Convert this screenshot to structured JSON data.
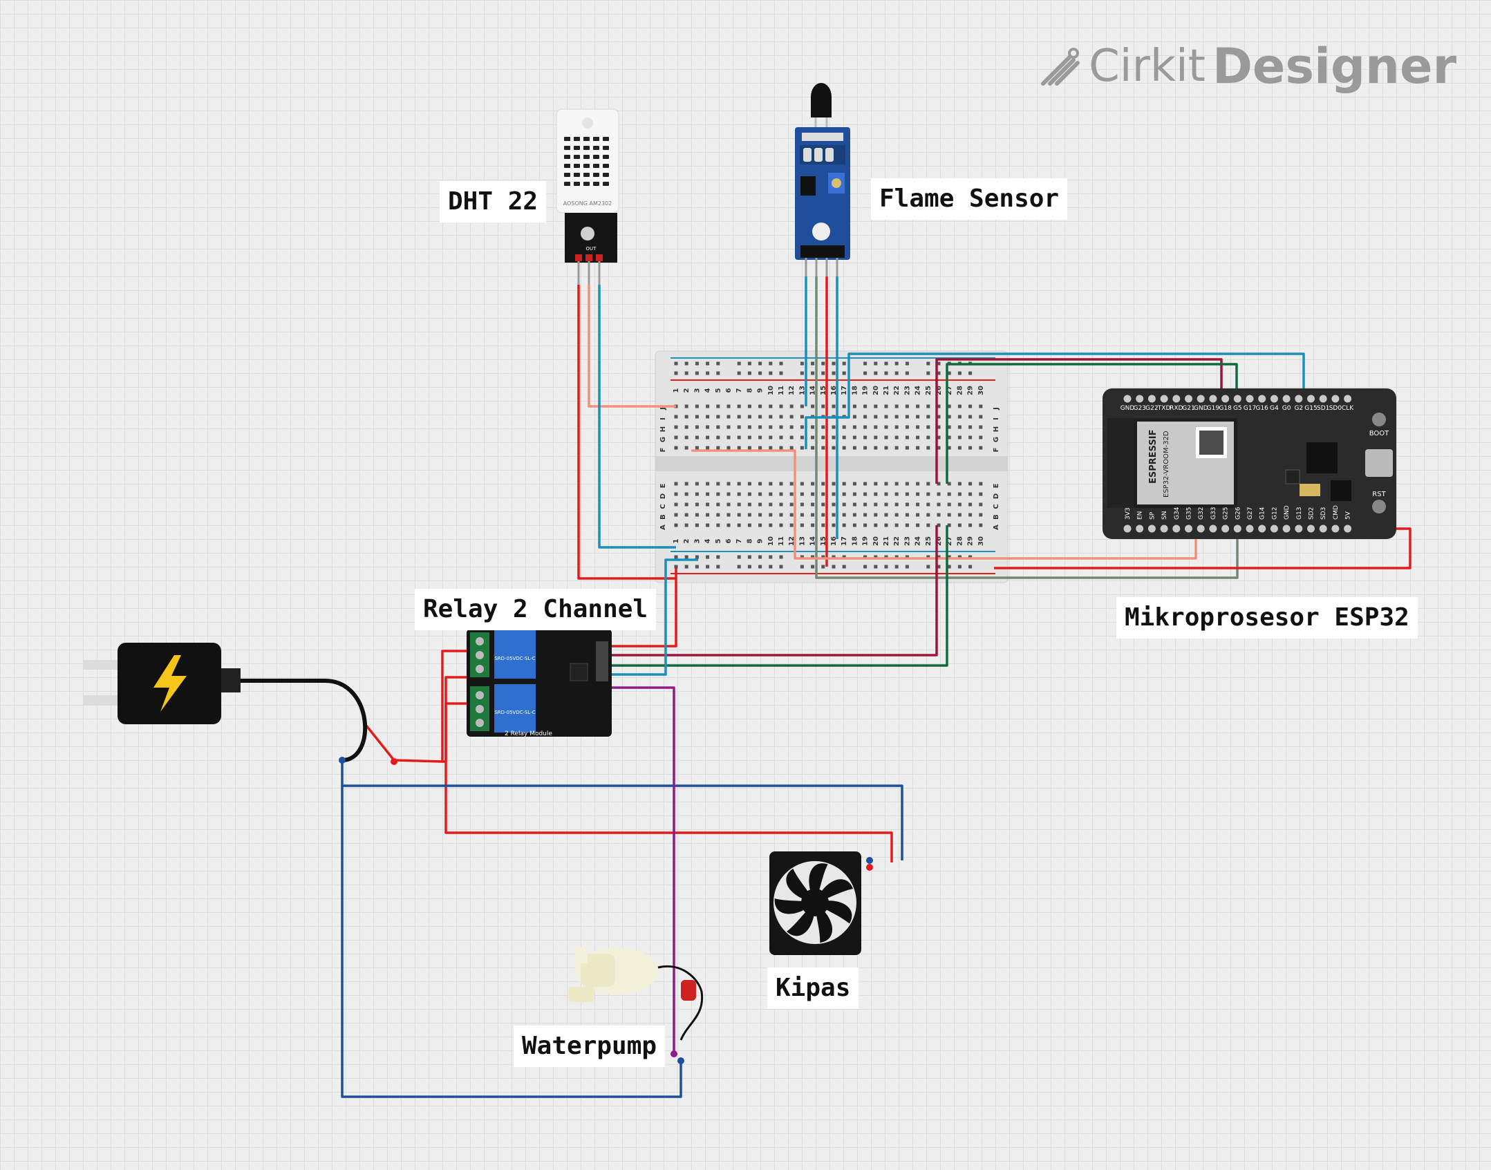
{
  "brand": {
    "prefix": "Cirkit",
    "name": "Designer"
  },
  "labels": {
    "dht": "DHT 22",
    "flame": "Flame Sensor",
    "relay": "Relay 2 Channel",
    "esp": "Mikroprosesor ESP32",
    "fan": "Kipas",
    "pump": "Waterpump"
  },
  "components": {
    "dht": {
      "brand_text": "AOSONG AM2302",
      "pin_text": "OUT"
    },
    "esp": {
      "chip_brand": "ESPRESSIF",
      "chip_model": "ESP32-VROOM-32D",
      "boot_label": "BOOT",
      "rst_label": "RST",
      "top_pins": [
        "GND",
        "G23",
        "G22",
        "TXD",
        "RXD",
        "G21",
        "GND",
        "G19",
        "G18",
        "G5",
        "G17",
        "G16",
        "G4",
        "G0",
        "G2",
        "G15",
        "SD1",
        "SD0",
        "CLK"
      ],
      "bottom_pins": [
        "3V3",
        "EN",
        "SP",
        "SN",
        "G34",
        "G35",
        "G32",
        "G33",
        "G25",
        "G26",
        "G27",
        "G14",
        "G12",
        "GND",
        "G13",
        "SD2",
        "SD3",
        "CMD",
        "5V"
      ]
    },
    "relay": {
      "module_text": "2 Relay Module",
      "coil_text": "SRD-05VDC-SL-C"
    },
    "breadboard": {
      "row_letters_top": [
        "J",
        "I",
        "H",
        "G",
        "F"
      ],
      "row_letters_bottom": [
        "E",
        "D",
        "C",
        "B",
        "A"
      ],
      "columns": [
        "1",
        "2",
        "3",
        "4",
        "5",
        "6",
        "7",
        "8",
        "9",
        "10",
        "11",
        "12",
        "13",
        "14",
        "15",
        "16",
        "17",
        "18",
        "19",
        "20",
        "21",
        "22",
        "23",
        "24",
        "25",
        "26",
        "27",
        "28",
        "29",
        "30"
      ]
    }
  },
  "colors": {
    "red": "#e31b1b",
    "blue": "#1d4f9c",
    "cyan": "#1b8fb8",
    "salmon": "#f2917a",
    "purple": "#8e1b8e",
    "maroon": "#9c1538",
    "green": "#0f6b3b",
    "gray_green": "#6f8a72",
    "esp_board": "#2b2b2b",
    "relay_blue": "#2f6fd0"
  }
}
